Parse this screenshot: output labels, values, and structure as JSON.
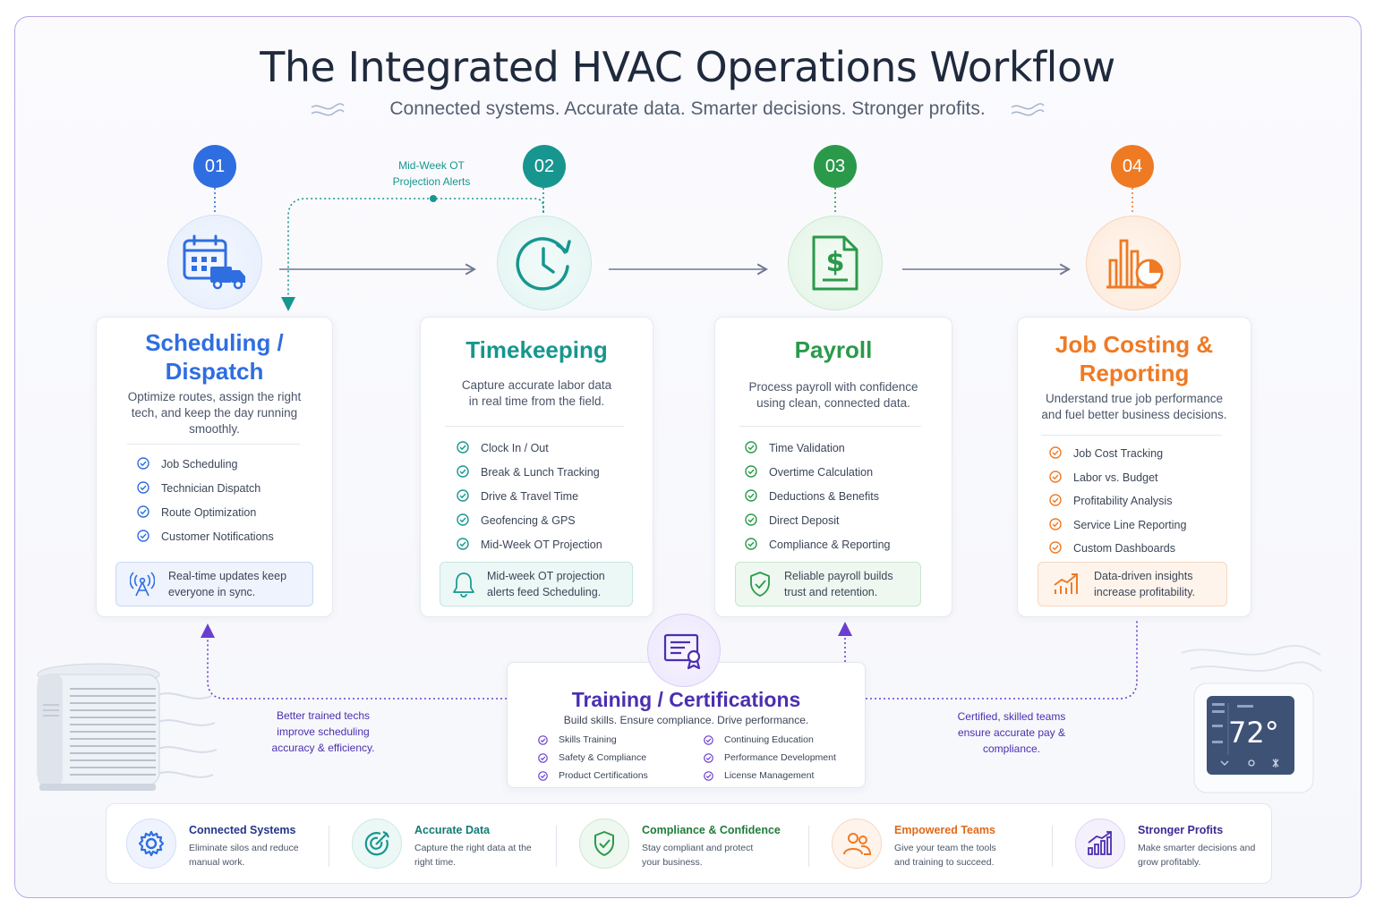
{
  "header": {
    "title": "The Integrated HVAC Operations Workflow",
    "subtitle": "Connected systems. Accurate data. Smarter decisions. Stronger profits."
  },
  "colors": {
    "blue": "#2f6ee0",
    "teal": "#17968f",
    "green": "#2a9a4a",
    "orange": "#ef7a24",
    "purple": "#4b2fb0"
  },
  "steps": [
    {
      "number": "01",
      "icon": "calendar-truck-icon",
      "title_line1": "Scheduling /",
      "title_line2": "Dispatch",
      "description": "Optimize routes, assign the right tech, and keep the day running smoothly.",
      "items": [
        "Job Scheduling",
        "Technician Dispatch",
        "Route Optimization",
        "Customer Notifications"
      ],
      "note_icon": "antenna-icon",
      "note": "Real-time updates keep everyone in sync."
    },
    {
      "number": "02",
      "icon": "clock-refresh-icon",
      "title_line1": "Timekeeping",
      "description": "Capture accurate labor data in real time from the field.",
      "items": [
        "Clock In / Out",
        "Break & Lunch Tracking",
        "Drive & Travel Time",
        "Geofencing & GPS",
        "Mid-Week OT Projection"
      ],
      "note_icon": "bell-icon",
      "note": "Mid-week OT projection alerts feed Scheduling."
    },
    {
      "number": "03",
      "icon": "dollar-document-icon",
      "title_line1": "Payroll",
      "description": "Process payroll with confidence using clean, connected data.",
      "items": [
        "Time Validation",
        "Overtime Calculation",
        "Deductions & Benefits",
        "Direct Deposit",
        "Compliance & Reporting"
      ],
      "note_icon": "shield-check-icon",
      "note": "Reliable payroll builds trust and retention."
    },
    {
      "number": "04",
      "icon": "bar-pie-chart-icon",
      "title_line1": "Job Costing &",
      "title_line2": "Reporting",
      "description": "Understand true job performance and fuel better business decisions.",
      "items": [
        "Job Cost Tracking",
        "Labor vs. Budget",
        "Profitability Analysis",
        "Service Line Reporting",
        "Custom Dashboards"
      ],
      "note_icon": "trend-up-icon",
      "note": "Data-driven insights increase profitability."
    }
  ],
  "feedback_label": "Mid-Week OT Projection Alerts",
  "training": {
    "icon": "certificate-icon",
    "title": "Training / Certifications",
    "subtitle": "Build skills. Ensure compliance. Drive performance.",
    "left_items": [
      "Skills Training",
      "Safety & Compliance",
      "Product Certifications"
    ],
    "right_items": [
      "Continuing Education",
      "Performance Development",
      "License Management"
    ],
    "left_label": "Better trained techs improve scheduling accuracy & efficiency.",
    "right_label": "Certified, skilled teams ensure accurate pay & compliance."
  },
  "thermostat": {
    "temperature": "72°"
  },
  "benefits": [
    {
      "icon": "gear-icon",
      "title": "Connected Systems",
      "description": "Eliminate silos and reduce manual work.",
      "color": "#2f6ee0"
    },
    {
      "icon": "target-icon",
      "title": "Accurate Data",
      "description": "Capture the right data at the right time.",
      "color": "#17968f"
    },
    {
      "icon": "shield-check-icon",
      "title": "Compliance & Confidence",
      "description": "Stay compliant and protect your business.",
      "color": "#2a9a4a"
    },
    {
      "icon": "team-icon",
      "title": "Empowered Teams",
      "description": "Give your team the tools and training to succeed.",
      "color": "#ef7a24"
    },
    {
      "icon": "growth-chart-icon",
      "title": "Stronger Profits",
      "description": "Make smarter decisions and grow profitably.",
      "color": "#4b2fb0"
    }
  ]
}
